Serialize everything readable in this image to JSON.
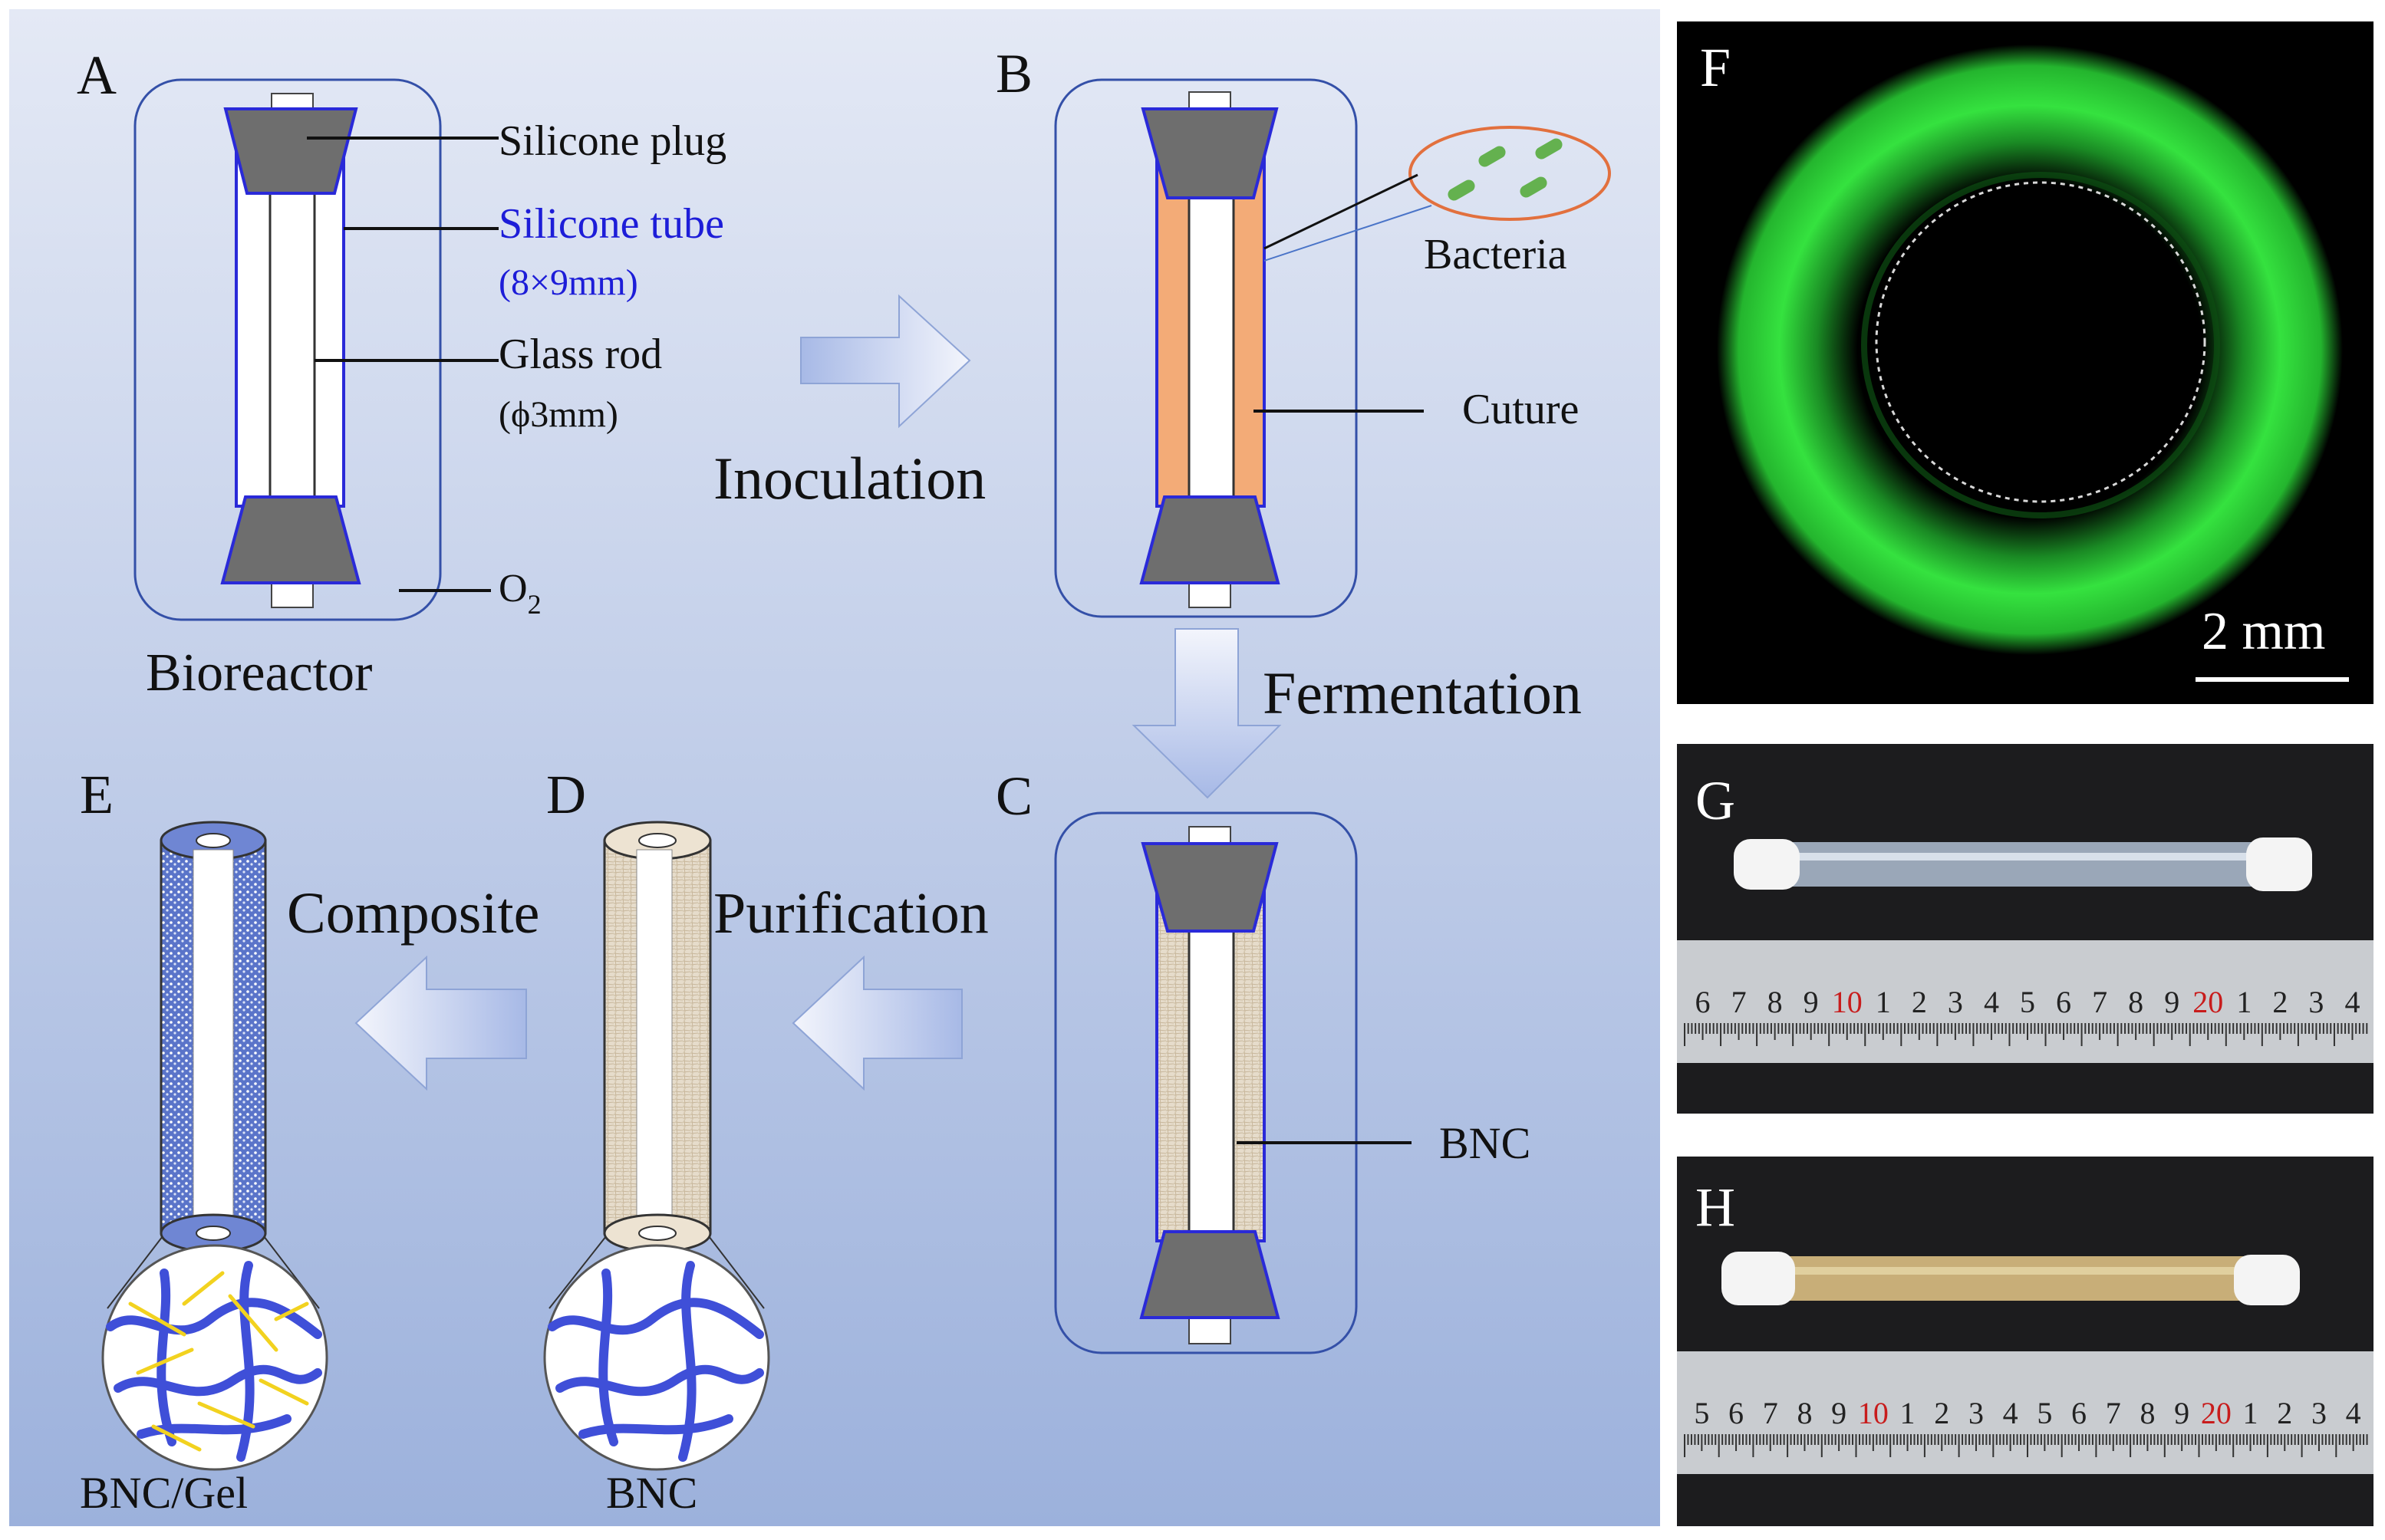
{
  "panels": {
    "A": "A",
    "B": "B",
    "C": "C",
    "D": "D",
    "E": "E",
    "F": "F",
    "G": "G",
    "H": "H"
  },
  "labels": {
    "silicone_plug": "Silicone plug",
    "silicone_tube": "Silicone tube",
    "tube_size": "(8×9mm)",
    "glass_rod": "Glass rod",
    "rod_size": "(ϕ3mm)",
    "oxygen": "O",
    "oxygen_sub": "2",
    "bioreactor": "Bioreactor",
    "bacteria": "Bacteria",
    "culture": "Cuture",
    "bnc_c": "BNC",
    "bnc_d": "BNC",
    "bnc_gel": "BNC/Gel"
  },
  "steps": {
    "inoculation": "Inoculation",
    "fermentation": "Fermentation",
    "purification": "Purification",
    "composite": "Composite"
  },
  "photo": {
    "scale_bar": "2 mm",
    "ruler_g": [
      "6",
      "7",
      "8",
      "9",
      "10",
      "1",
      "2",
      "3",
      "4",
      "5",
      "6",
      "7",
      "8",
      "9",
      "20",
      "1",
      "2",
      "3",
      "4"
    ],
    "ruler_h": [
      "5",
      "6",
      "7",
      "8",
      "9",
      "10",
      "1",
      "2",
      "3",
      "4",
      "5",
      "6",
      "7",
      "8",
      "9",
      "20",
      "1",
      "2",
      "3",
      "4"
    ]
  },
  "colors": {
    "panel_bg_top": "#dfe5f3",
    "panel_bg_bottom": "#9eb2dc",
    "outline_blue": "#2a2ad8",
    "plug_gray": "#6e6e6e",
    "culture_orange": "#f3ab77",
    "bnc_fiber": "#3f4fd8",
    "gel_fiber": "#f2d21f",
    "fluorescence_green": "#2fd83a"
  }
}
